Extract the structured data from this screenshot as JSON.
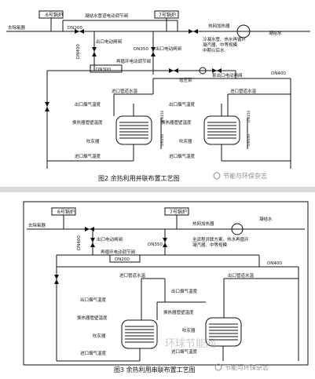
{
  "figure2": {
    "caption": "图2 余热利用并联布置工艺图",
    "watermark": "节能与环保杂志",
    "labels": {
      "boiler6": "6号锅炉",
      "boiler7": "7号锅炉",
      "deaerator_in": "去除氧器",
      "valve_bypass_top": "凝结水管道电动调节阀",
      "dn200": "DN200",
      "heater": "热网加热器",
      "condensate": "凝结水",
      "outlet_valve": "出口电动闸阀",
      "dn350": "DN350",
      "outlet_valve2": "出口电动闸阀",
      "recirc_valve": "再循环电动调节阀",
      "dn300": "DN300",
      "dn400_left": "DN400",
      "note1": "冷凝水管、热水再循环",
      "note2": "凝汽器、中等规模",
      "note3": "中期以后水",
      "pump": "增压泵",
      "pump_valve": "泵出口电动闸阀",
      "dn400": "DN400",
      "inlet_water1": "进口管道水温",
      "outlet_flue1": "出口烟气温度",
      "hx_temp1": "换热器管壁温度",
      "blower1": "吹灰器",
      "inlet_flue1": "进口烟气温度",
      "inlet_water2": "进口管道水温",
      "outlet_flue2": "出口烟气温度",
      "hx_temp2": "换热器管壁温度",
      "blower2": "吹灰器",
      "inlet_flue2": "进口烟气温度",
      "dn_r1": "DN150",
      "dn_r2": "DN150",
      "dn_r3": "DN150",
      "dn_r4": "DN150"
    }
  },
  "figure3": {
    "caption": "图3 余热利用串联布置工艺图",
    "watermark": "节能与环保杂志",
    "watermark2": "环球节能网",
    "labels": {
      "boiler6": "6号锅炉",
      "boiler7": "7号锅炉",
      "deaerator_in": "去除氧器",
      "heater": "热网加热器",
      "condensate": "凝结水",
      "outlet_valve": "出口电动闸阀",
      "dn350": "DN350",
      "note1": "全流程并联方案，热水再循环",
      "note2": "凝汽器、中等规模",
      "recirc_valve": "再循环电动调节阀",
      "dn200": "DN200",
      "dn400_left": "DN400",
      "dn400": "DN400",
      "inlet_water1": "进口管道水温",
      "outlet_flue1": "出口烟气温度",
      "hx_temp1": "换热器管壁温度",
      "blower1": "吹灰器",
      "inlet_flue1": "进口烟气温度",
      "inlet_water2": "出口管道水温",
      "outlet_flue2": "出口烟气温度",
      "hx_temp2": "换热器管壁温度",
      "blower2": "吹灰器",
      "inlet_flue2": "进口烟气温度"
    }
  },
  "colors": {
    "line": "#111111",
    "watermark": "#8a8a8a",
    "background": "#d9d9d9"
  }
}
